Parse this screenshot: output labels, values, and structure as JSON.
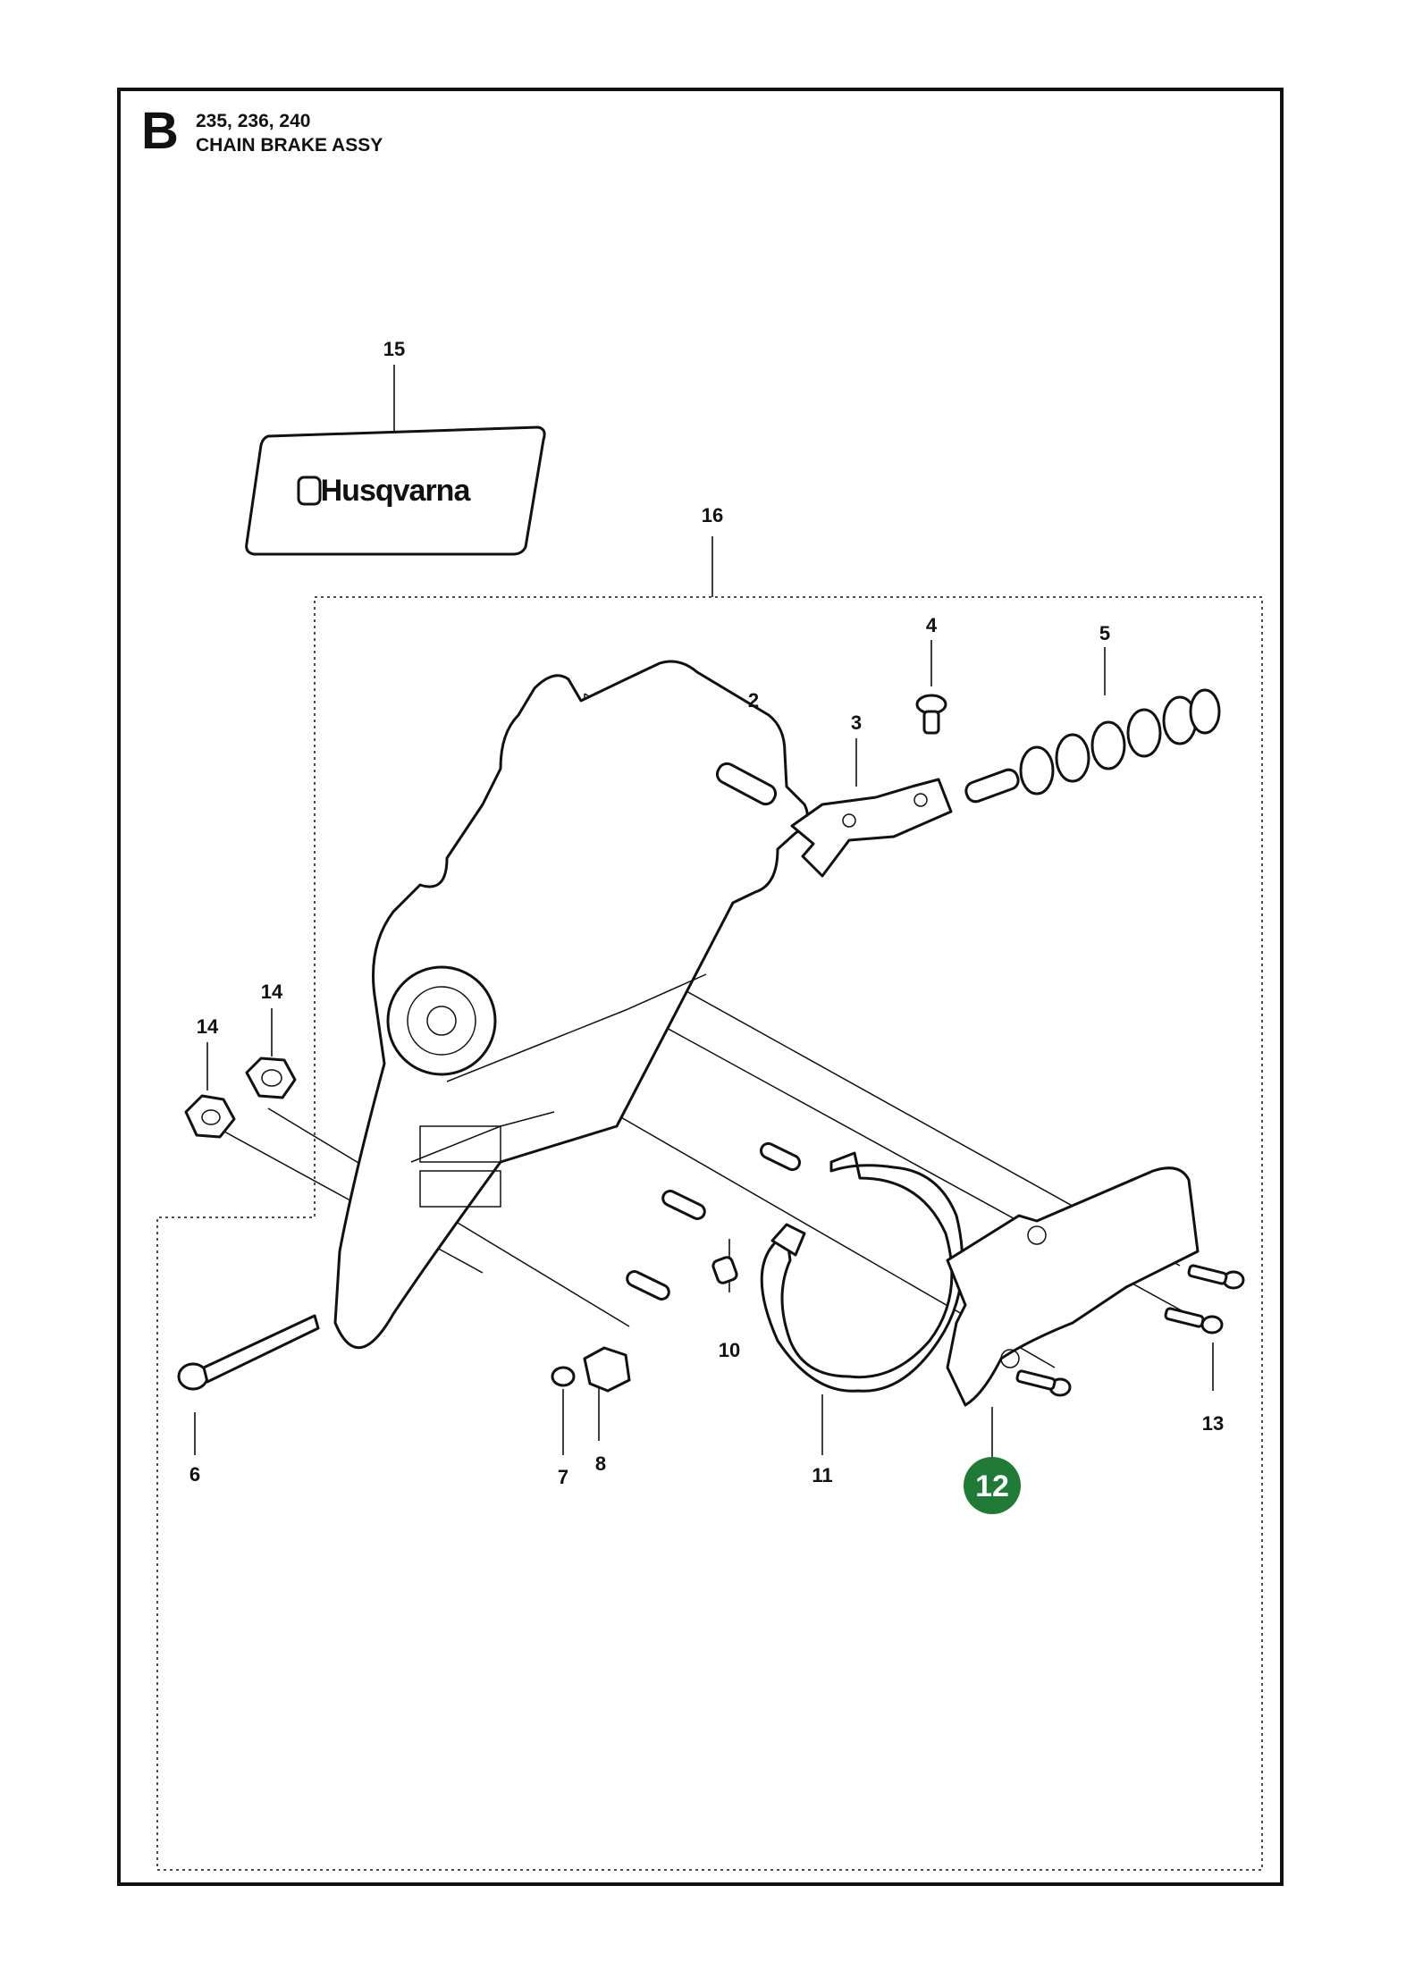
{
  "header": {
    "section_letter": "B",
    "models": "235, 236, 240",
    "assembly_title": "CHAIN BRAKE ASSY"
  },
  "decal": {
    "brand_text": "Husqvarna"
  },
  "callouts": [
    {
      "id": "15",
      "text": "15"
    },
    {
      "id": "16",
      "text": "16"
    },
    {
      "id": "4",
      "text": "4"
    },
    {
      "id": "5",
      "text": "5"
    },
    {
      "id": "2",
      "text": "2"
    },
    {
      "id": "3",
      "text": "3"
    },
    {
      "id": "14a",
      "text": "14"
    },
    {
      "id": "14b",
      "text": "14"
    },
    {
      "id": "10",
      "text": "10"
    },
    {
      "id": "13",
      "text": "13"
    },
    {
      "id": "6",
      "text": "6"
    },
    {
      "id": "7",
      "text": "7"
    },
    {
      "id": "8",
      "text": "8"
    },
    {
      "id": "11",
      "text": "11"
    }
  ],
  "highlight": {
    "text": "12",
    "color": "#1f7a35"
  }
}
